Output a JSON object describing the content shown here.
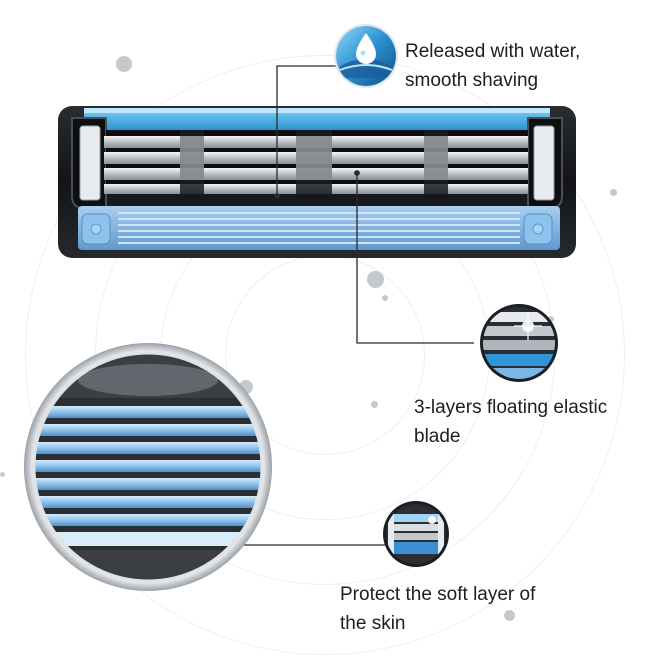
{
  "features": [
    {
      "icon": "water-drop-icon",
      "lines": [
        "Released with water,",
        "smooth shaving"
      ]
    },
    {
      "icon": "blade-layers-icon",
      "lines": [
        "3-layers floating elastic",
        "blade"
      ]
    },
    {
      "icon": "lubricating-strip-icon",
      "lines": [
        "Protect the soft layer of",
        "the skin"
      ]
    }
  ],
  "colors": {
    "accent_blue": "#3aa6e0",
    "strip_blue": "#7fb4e3",
    "frame_black": "#1b1d20",
    "metal": "#b9bec4",
    "background": "#ffffff"
  }
}
